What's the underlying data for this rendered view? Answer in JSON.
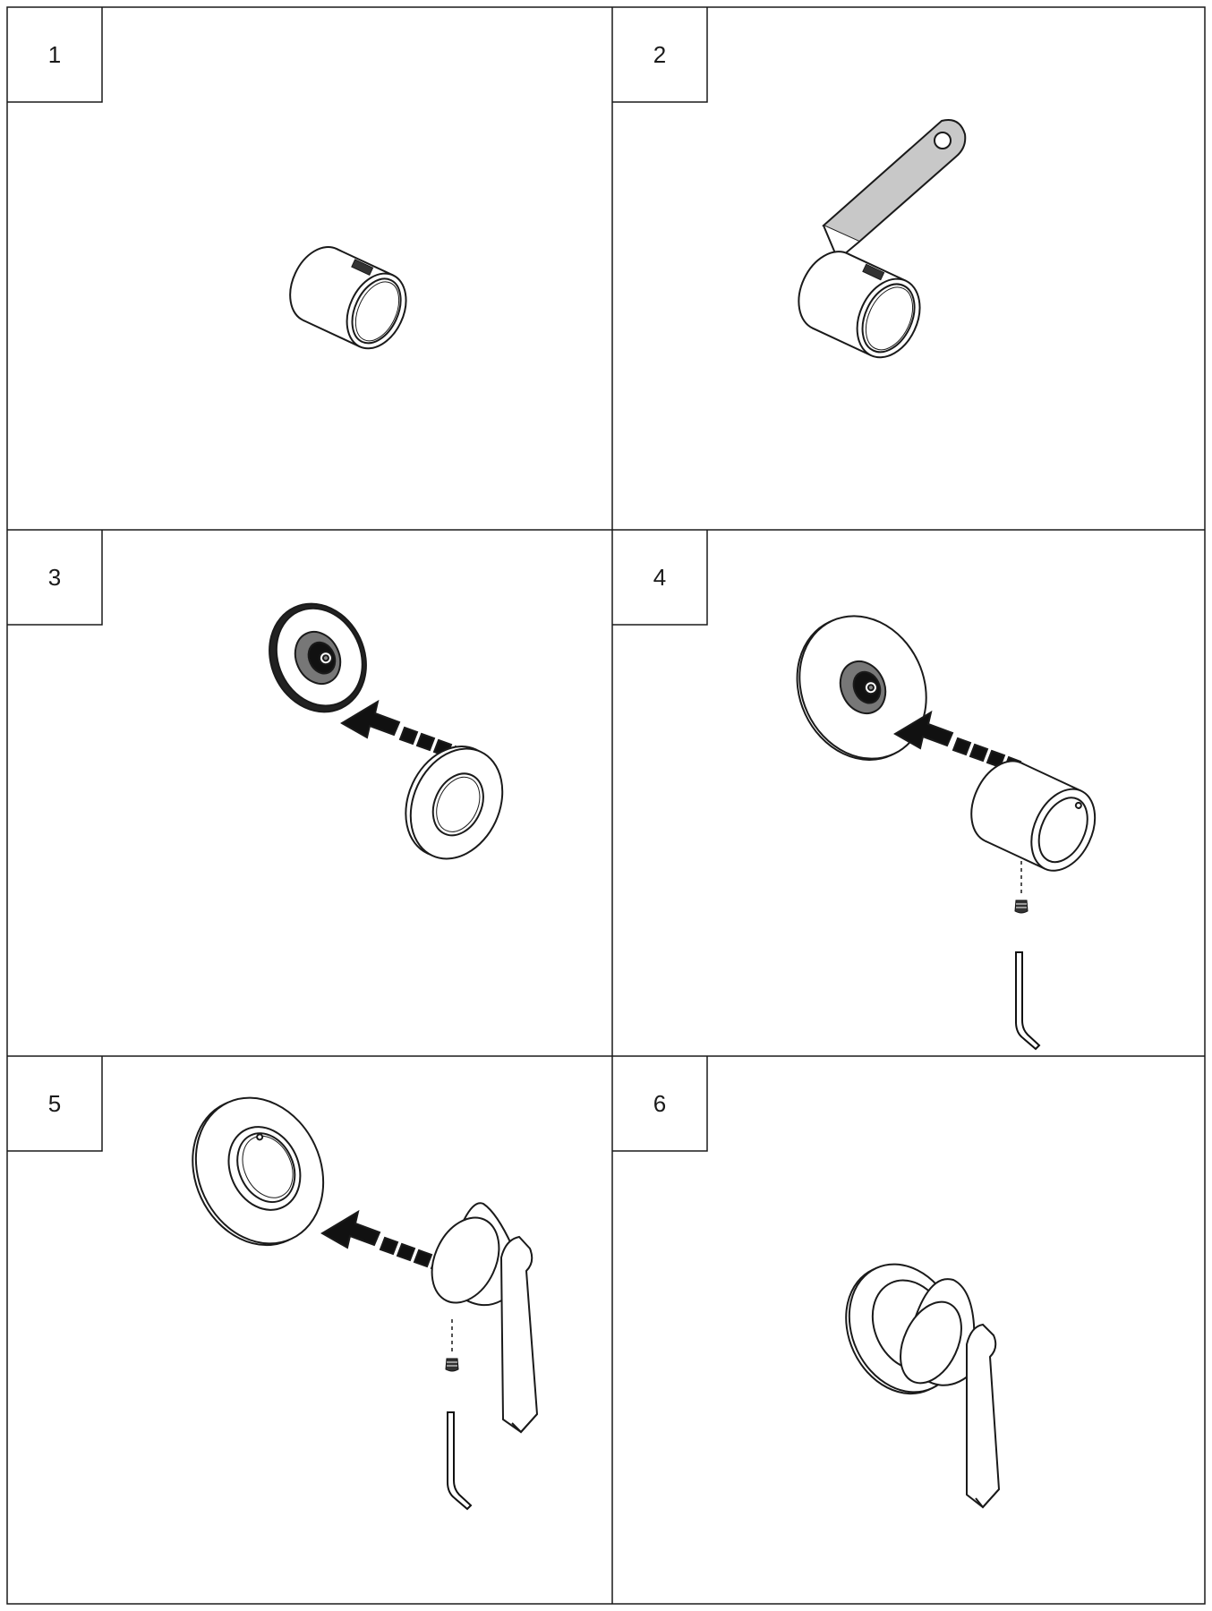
{
  "steps": [
    {
      "number": "1",
      "illustration": "cartridge-sleeve"
    },
    {
      "number": "2",
      "illustration": "protective-film-removal"
    },
    {
      "number": "3",
      "illustration": "escutcheon-ring-install"
    },
    {
      "number": "4",
      "illustration": "sleeve-install-with-set-screw"
    },
    {
      "number": "5",
      "illustration": "lever-handle-install"
    },
    {
      "number": "6",
      "illustration": "assembled-lever-valve"
    }
  ],
  "colors": {
    "line": "#1a1a1a",
    "film": "#c8c8c8",
    "background": "#ffffff"
  }
}
